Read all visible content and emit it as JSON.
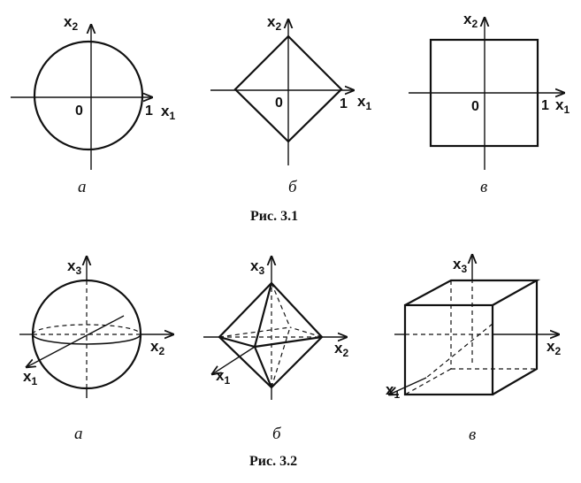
{
  "figure_1": {
    "caption": "Рис. 3.1",
    "panels": [
      {
        "letter": "а",
        "shape": "circle",
        "axis_h": "x",
        "axis_h_sub": "1",
        "axis_v": "x",
        "axis_v_sub": "2",
        "origin": "0",
        "tick": "1"
      },
      {
        "letter": "б",
        "shape": "diamond",
        "axis_h": "x",
        "axis_h_sub": "1",
        "axis_v": "x",
        "axis_v_sub": "2",
        "origin": "0",
        "tick": "1"
      },
      {
        "letter": "в",
        "shape": "square",
        "axis_h": "x",
        "axis_h_sub": "1",
        "axis_v": "x",
        "axis_v_sub": "2",
        "origin": "0",
        "tick": "1"
      }
    ]
  },
  "figure_2": {
    "caption": "Рис. 3.2",
    "panels": [
      {
        "letter": "а",
        "shape": "sphere",
        "axis_depth": "x",
        "axis_depth_sub": "1",
        "axis_h": "x",
        "axis_h_sub": "2",
        "axis_v": "x",
        "axis_v_sub": "3"
      },
      {
        "letter": "б",
        "shape": "octahedron",
        "axis_depth": "x",
        "axis_depth_sub": "1",
        "axis_h": "x",
        "axis_h_sub": "2",
        "axis_v": "x",
        "axis_v_sub": "3"
      },
      {
        "letter": "в",
        "shape": "cube",
        "axis_depth": "x",
        "axis_depth_sub": "1",
        "axis_h": "x",
        "axis_h_sub": "2",
        "axis_v": "x",
        "axis_v_sub": "3"
      }
    ]
  }
}
